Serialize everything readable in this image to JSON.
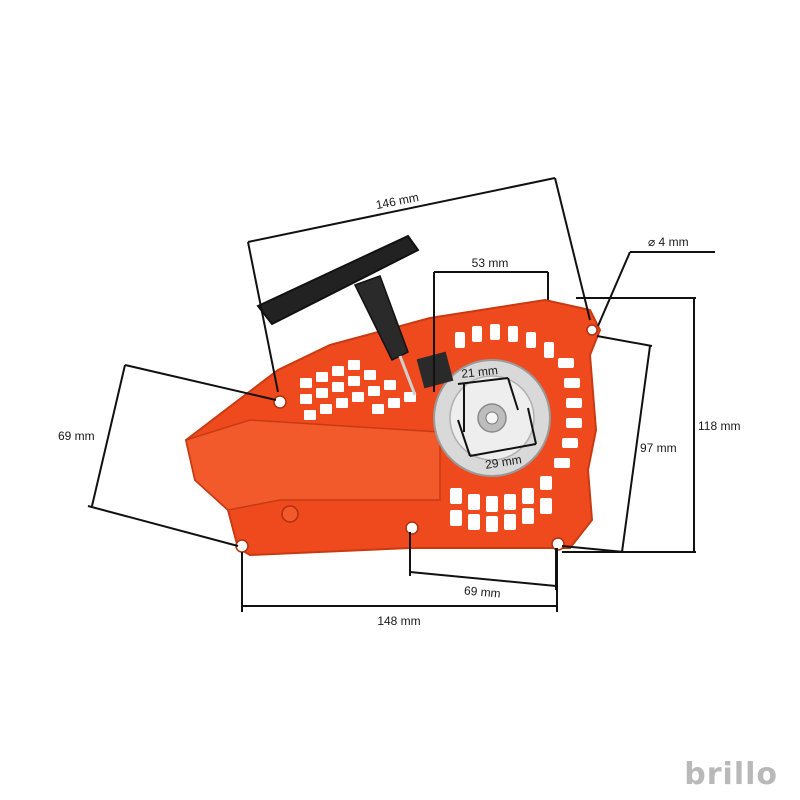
{
  "dimensions": {
    "top_width": "146 mm",
    "hole_diameter": "⌀ 4 mm",
    "opening_width": "53 mm",
    "inner_small": "21 mm",
    "inner_large": "29 mm",
    "left_height": "69 mm",
    "right_height_inner": "97 mm",
    "right_height_outer": "118 mm",
    "bottom_spacing": "69 mm",
    "bottom_width": "148 mm"
  },
  "brand": "brillo",
  "colors": {
    "housing": "#ee4a1e",
    "housing_dark": "#c93a12",
    "handle": "#222222",
    "spool": "#d9d9d9"
  }
}
